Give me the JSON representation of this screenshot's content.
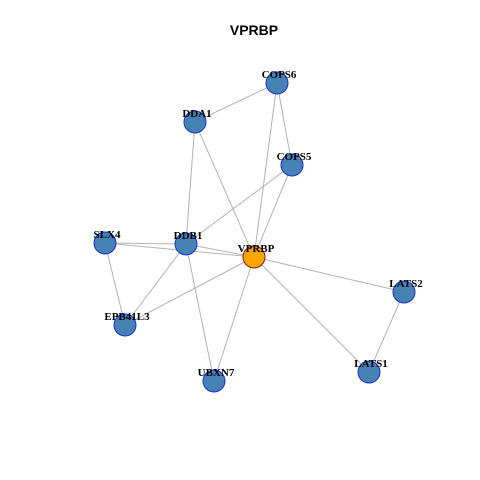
{
  "title": "VPRBP",
  "colors": {
    "node_fill": "#4682B4",
    "node_stroke": "#1a2fd6",
    "hub_fill": "#FFA500",
    "hub_stroke": "#8B1A1A",
    "edge": "#b3b3b3"
  },
  "nodes": [
    {
      "id": "COPS6",
      "label": "COPS6"
    },
    {
      "id": "DDA1",
      "label": "DDA1"
    },
    {
      "id": "COPS5",
      "label": "COPS5"
    },
    {
      "id": "SLX4",
      "label": "SLX4"
    },
    {
      "id": "DDB1",
      "label": "DDB1"
    },
    {
      "id": "VPRBP",
      "label": "VPRBP",
      "hub": true
    },
    {
      "id": "LATS2",
      "label": "LATS2"
    },
    {
      "id": "EPB41L3",
      "label": "EPB41L3"
    },
    {
      "id": "LATS1",
      "label": "LATS1"
    },
    {
      "id": "UBXN7",
      "label": "UBXN7"
    }
  ],
  "edges": [
    [
      "DDA1",
      "COPS6"
    ],
    [
      "COPS6",
      "COPS5"
    ],
    [
      "COPS6",
      "VPRBP"
    ],
    [
      "DDA1",
      "DDB1"
    ],
    [
      "DDA1",
      "VPRBP"
    ],
    [
      "COPS5",
      "DDB1"
    ],
    [
      "COPS5",
      "VPRBP"
    ],
    [
      "SLX4",
      "DDB1"
    ],
    [
      "SLX4",
      "VPRBP"
    ],
    [
      "SLX4",
      "EPB41L3"
    ],
    [
      "DDB1",
      "VPRBP"
    ],
    [
      "DDB1",
      "EPB41L3"
    ],
    [
      "DDB1",
      "UBXN7"
    ],
    [
      "VPRBP",
      "EPB41L3"
    ],
    [
      "VPRBP",
      "UBXN7"
    ],
    [
      "VPRBP",
      "LATS2"
    ],
    [
      "VPRBP",
      "LATS1"
    ],
    [
      "LATS2",
      "LATS1"
    ]
  ]
}
